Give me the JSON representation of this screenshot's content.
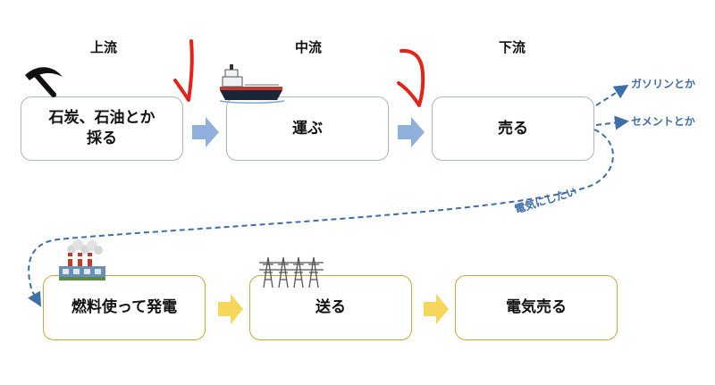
{
  "stages": {
    "upstream": "上流",
    "midstream": "中流",
    "downstream": "下流"
  },
  "top_row": [
    {
      "label": "石炭、石油とか\n採る",
      "icon": "pickaxe-icon"
    },
    {
      "label": "運ぶ",
      "icon": "tanker-ship-icon"
    },
    {
      "label": "売る"
    }
  ],
  "outputs": {
    "gasoline": "ガソリンとか",
    "cement": "セメントとか",
    "electricity_path": "電気にしたい"
  },
  "bottom_row": [
    {
      "label": "燃料使って発電",
      "icon": "power-plant-icon"
    },
    {
      "label": "送る",
      "icon": "transmission-tower-icon"
    },
    {
      "label": "電気売る"
    }
  ],
  "colors": {
    "blue_arrow": "#8fb0dc",
    "gold_arrow": "#f6d75c",
    "dashed_line": "#3d6ea8",
    "red_mark": "#e2231a",
    "blue_box_border": "#a9b7c6",
    "gold_box_border": "#c4a93a"
  }
}
